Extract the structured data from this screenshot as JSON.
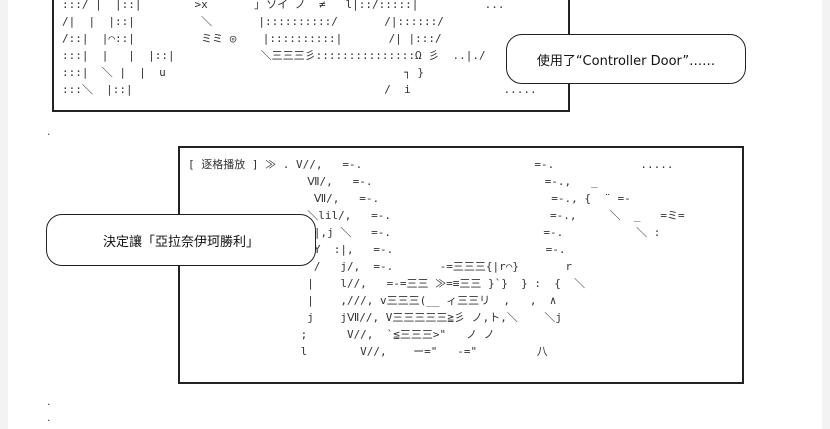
{
  "panels": {
    "top_art": ":::/ |  |::|        >x       ｣ ソイ ノ  ≠   l|::/:::::|          ...\n/|  |  |::|          ＼       |::::::::::/       /|::::::/\n/::|  |⌒::|          ミミ ◎    |::::::::::|       /| |:::/\n:::|  |   |  |::|             ＼三三三彡:::::::::::::::Ω 彡  ..|./\n:::|  ＼ |  |  u                                    ┐ }\n:::＼  |::|                                      /  i              .....",
    "main_art_lines": [
      "[ 逐格播放 ] ≫ . V//,   =-.                          =-.             .....",
      "                  Ⅶ/,   =-.                          =-.,   _",
      "                   Ⅶ/,   =-.                          =-., {  ¨ =-",
      "                  ＼lil/,   =-.                        =-.,     ＼  _   =ミ=",
      "                   |,j ＼   =-.                       =-.           ＼ :",
      "                  /Y  :|,   =-.                       =-.",
      "                   /   j/,  =-.       -=三三三{|r⌒}       r",
      "                  |    l//,   =-=三三 ≫=≡三三 }`}  } :  {  ＼",
      "                  |    ,///, v三三三(__ ィ三三リ  ,   ,  ∧",
      "                  j    jⅦ//, V三三三三三≧彡 ノ,ト,＼    ＼j",
      "                 ;      V//,  `≦三三三>\"   ノ ノ",
      "                 l        V//,    ー=\"   -=\"         八"
    ]
  },
  "bubbles": {
    "used_text": "使用了“Controller Door”……",
    "decide_text": "決定讓「亞拉奈伊珂勝利」"
  }
}
